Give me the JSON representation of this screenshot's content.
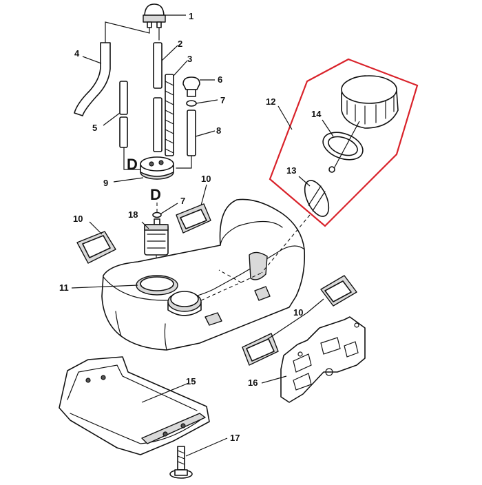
{
  "diagram": {
    "callouts": {
      "p1": "1",
      "p2": "2",
      "p3": "3",
      "p4": "4",
      "p5": "5",
      "p6": "6",
      "p7a": "7",
      "p7b": "7",
      "p8": "8",
      "p9": "9",
      "p10a": "10",
      "p10b": "10",
      "p10c": "10",
      "p11": "11",
      "p12": "12",
      "p13": "13",
      "p14": "14",
      "p15": "15",
      "p16": "16",
      "p17": "17",
      "p18": "18"
    },
    "marks": {
      "d_left": "D",
      "d_lower": "D"
    },
    "colors": {
      "kit_outline": "#d9222a",
      "line": "#111111"
    }
  }
}
